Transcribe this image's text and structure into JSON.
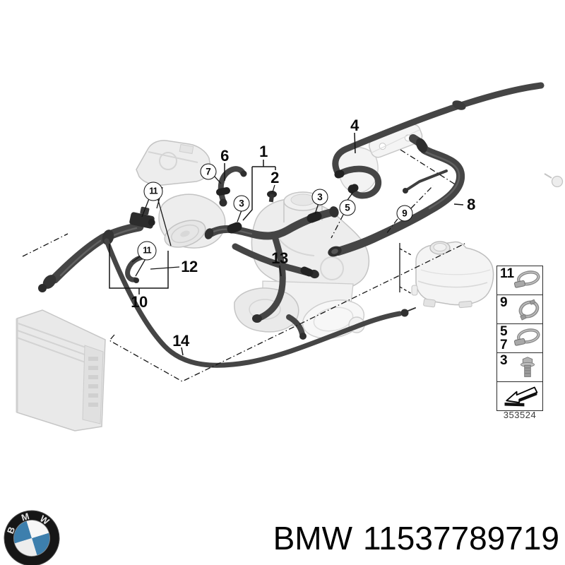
{
  "footer": {
    "brand": "BMW",
    "part_number": "11537789719"
  },
  "logo": {
    "letters": [
      "B",
      "M",
      "W"
    ],
    "blue": "#3d7fad"
  },
  "diagram": {
    "code": "353524",
    "callouts": [
      {
        "label": "1",
        "kind": "plain"
      },
      {
        "label": "2",
        "kind": "plain"
      },
      {
        "label": "4",
        "kind": "plain"
      },
      {
        "label": "6",
        "kind": "plain"
      },
      {
        "label": "8",
        "kind": "plain"
      },
      {
        "label": "10",
        "kind": "plain"
      },
      {
        "label": "12",
        "kind": "plain"
      },
      {
        "label": "13",
        "kind": "plain"
      },
      {
        "label": "14",
        "kind": "plain"
      },
      {
        "label": "7",
        "kind": "circle"
      },
      {
        "label": "11",
        "kind": "circle"
      },
      {
        "label": "11",
        "kind": "circle"
      },
      {
        "label": "3",
        "kind": "circle"
      },
      {
        "label": "3",
        "kind": "circle"
      },
      {
        "label": "5",
        "kind": "circle"
      },
      {
        "label": "9",
        "kind": "circle"
      }
    ],
    "legend_rows": [
      {
        "labels": [
          "11"
        ],
        "icon": "hose-clamp"
      },
      {
        "labels": [
          "9"
        ],
        "icon": "ring-clamp"
      },
      {
        "labels": [
          "5",
          "7"
        ],
        "icon": "hose-clamp"
      },
      {
        "labels": [
          "3"
        ],
        "icon": "bolt"
      },
      {
        "labels": [],
        "icon": "direction-arrow"
      }
    ]
  }
}
